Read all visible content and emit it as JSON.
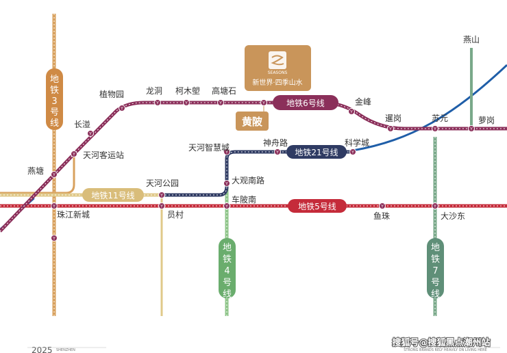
{
  "colors": {
    "line3": "#d8a15e",
    "line3_badge": "#cf8a45",
    "line6": "#8b2f5a",
    "line11": "#e0c98a",
    "line11_badge": "#d9bd7a",
    "line21": "#2f3b63",
    "line5": "#c52b3a",
    "line4": "#8fc58a",
    "line4_badge": "#6aad6d",
    "line7": "#7aa98a",
    "line7_badge": "#5f8f78",
    "blue_diag": "#1f5ea8",
    "project_gold": "#c9955a",
    "station_marker": "#8b2f5a"
  },
  "lines": {
    "line3": "地铁3号线",
    "line6": "地铁6号线",
    "line11": "地铁11号线",
    "line21": "地铁21号线",
    "line5": "地铁5号线",
    "line4": "地铁4号线",
    "line7": "地铁7号线"
  },
  "stations": {
    "zhiwuyuan": "植物园",
    "longdong": "龙洞",
    "kemulang": "柯木塱",
    "gaotangshi": "高塘石",
    "huangbei": "黄陂",
    "jinfeng": "金峰",
    "xiagang": "暹岗",
    "suyuan": "苏元",
    "luogang": "萝岗",
    "changban": "长湴",
    "tianhekeyunzhan": "天河客运站",
    "yantang": "燕塘",
    "tianhezhihuicheng": "天河智慧城",
    "shenzhoulu": "神舟路",
    "kexuecheng": "科学城",
    "tianhegongyuan": "天河公园",
    "daguannanlu": "大观南路",
    "chebeinan": "车陂南",
    "zhujiangxincheng": "珠江新城",
    "yuancun": "员村",
    "yuzhu": "鱼珠",
    "dashadong": "大沙东",
    "yanshan": "燕山"
  },
  "project": {
    "logo_line": "SEASONS",
    "name": "新世界·四季山水"
  },
  "marker_glyph": "Y",
  "footer": {
    "year": "2025",
    "small_left": "SHENZHEN",
    "watermark": "搜狐号@搜狐黑点潮州站",
    "small_right": "STRONG BRANDS RELY HEAVILY ON LIVING HERE"
  }
}
